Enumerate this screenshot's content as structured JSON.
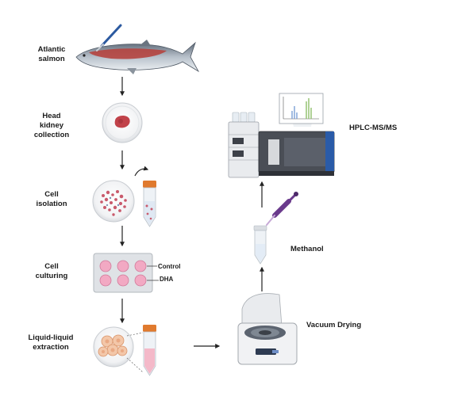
{
  "steps": {
    "salmon": [
      "Atlantic",
      "salmon"
    ],
    "head_kidney": [
      "Head",
      "kidney",
      "collection"
    ],
    "cell_isolation": [
      "Cell",
      "isolation"
    ],
    "cell_culturing": [
      "Cell",
      "culturing"
    ],
    "extraction": [
      "Liquid-liquid",
      "extraction"
    ]
  },
  "plate_labels": {
    "control": "Control",
    "dha": "DHA"
  },
  "right_steps": {
    "vacuum": "Vacuum Drying",
    "methanol": "Methanol",
    "hplc": "HPLC-MS/MS"
  },
  "colors": {
    "arrow": "#222222",
    "plate_well": "#f2a9c3",
    "instrument": "#3d4149",
    "pipette": "#6a3a8c",
    "tube_cap": "#e07a2e"
  }
}
